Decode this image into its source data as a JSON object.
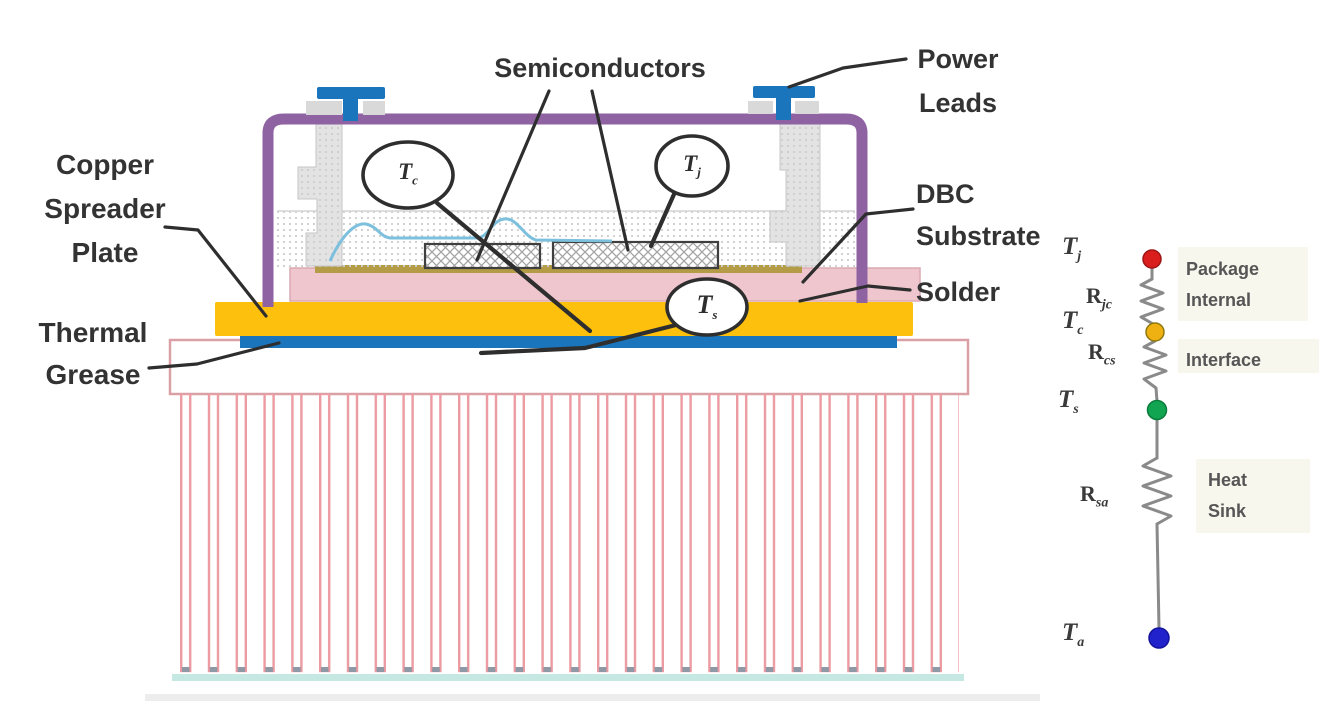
{
  "diagram": {
    "labels": {
      "semiconductors": "Semiconductors",
      "power_leads": [
        "Power",
        "Leads"
      ],
      "copper_spreader_plate": [
        "Copper",
        "Spreader",
        "Plate"
      ],
      "thermal_grease": [
        "Thermal",
        "Grease"
      ],
      "dbc_substrate": [
        "DBC",
        "Substrate"
      ],
      "solder": "Solder"
    },
    "callouts": {
      "tc": {
        "symbol": "T",
        "sub": "c"
      },
      "tj": {
        "symbol": "T",
        "sub": "j"
      },
      "ts": {
        "symbol": "T",
        "sub": "s"
      }
    },
    "colors": {
      "case": "#8f62a2",
      "power_lead": "#1b75bc",
      "copper_plate": "#fdc00d",
      "dbc_substrate": "#efc6ce",
      "solder_layer": "#b39c45",
      "thermal_grease": "#1b75bc",
      "heatsink_outline": "#eb9ba1",
      "bond_wire": "#7cc0dd"
    }
  },
  "circuit": {
    "nodes": [
      {
        "symbol": "T",
        "sub": "j",
        "color": "#da1e1e"
      },
      {
        "symbol": "T",
        "sub": "c",
        "color": "#efb012"
      },
      {
        "symbol": "T",
        "sub": "s",
        "color": "#12a551"
      },
      {
        "symbol": "T",
        "sub": "a",
        "color": "#2222cc"
      }
    ],
    "resistors": [
      {
        "symbol": "R",
        "sub": "jc"
      },
      {
        "symbol": "R",
        "sub": "cs"
      },
      {
        "symbol": "R",
        "sub": "sa"
      }
    ],
    "regions": {
      "package": [
        "Package",
        "Internal"
      ],
      "interface": "Interface",
      "heatsink": [
        "Heat",
        "Sink"
      ]
    }
  }
}
